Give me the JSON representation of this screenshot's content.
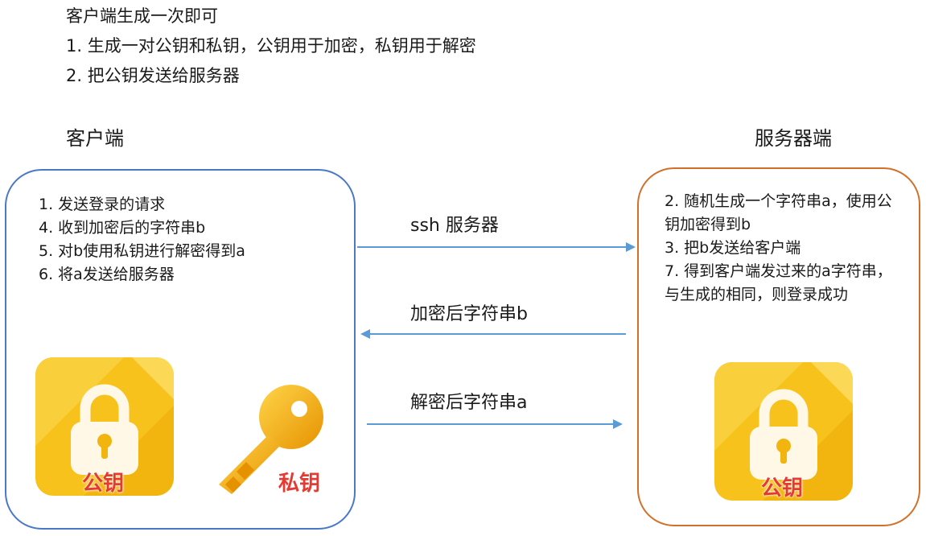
{
  "intro": {
    "line1": "客户端生成一次即可",
    "line2": "1. 生成一对公钥和私钥，公钥用于加密，私钥用于解密",
    "line3": "2. 把公钥发送给服务器"
  },
  "client": {
    "title": "客户端",
    "steps": [
      "1. 发送登录的请求",
      "4. 收到加密后的字符串b",
      "5. 对b使用私钥进行解密得到a",
      "6. 将a发送给服务器"
    ],
    "public_key_label": "公钥",
    "private_key_label": "私钥"
  },
  "server": {
    "title": "服务器端",
    "steps": [
      "2. 随机生成一个字符串a，使用公钥加密得到b",
      "3. 把b发送给客户端",
      "7. 得到客户端发过来的a字符串，与生成的相同，则登录成功"
    ],
    "public_key_label": "公钥"
  },
  "arrows": [
    {
      "label": "ssh 服务器",
      "direction": "to-server"
    },
    {
      "label": "加密后字符串b",
      "direction": "to-client"
    },
    {
      "label": "解密后字符串a",
      "direction": "to-server"
    }
  ],
  "colors": {
    "client_border": "#4a78c6",
    "server_border": "#d2702a",
    "arrow": "#5b9bd5",
    "tile_yellow": "#f7c21b",
    "label_red": "#e53a32",
    "key_gold": "#f0a500"
  },
  "icons": {
    "public_key": "padlock-icon",
    "private_key": "key-icon"
  }
}
